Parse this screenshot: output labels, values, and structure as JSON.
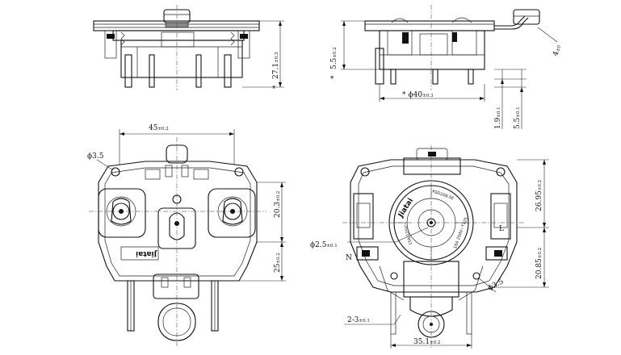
{
  "drawing": {
    "dims": {
      "height_side": {
        "star": "*",
        "val": "27.1",
        "tol": "±0.3"
      },
      "offset_side": {
        "star": "*",
        "val": "5.5",
        "tol": "±0.2"
      },
      "dia_side": {
        "star": "*",
        "val": "ϕ40",
        "tol": "±0.3"
      },
      "wire": {
        "val": "4",
        "tol": "±0"
      },
      "h19": {
        "val": "1.9",
        "tol": "±0.1"
      },
      "h55": {
        "val": "5.5",
        "tol": "±0.1"
      },
      "w45": {
        "val": "45",
        "tol": "±0.2"
      },
      "hole35_left": {
        "val": "ϕ3.5"
      },
      "h203": {
        "val": "20.3",
        "tol": "±0.2"
      },
      "h25": {
        "val": "25",
        "tol": "±0.2"
      },
      "h2695": {
        "val": "26.95",
        "tol": "±0.2"
      },
      "dia25": {
        "val": "ϕ2.5",
        "tol": "±0.1"
      },
      "h2085": {
        "val": "20.85",
        "tol": "±0.2"
      },
      "hole35_right": {
        "val": "ϕ3.5"
      },
      "w23": {
        "val": "2-3",
        "tol": "±0.1"
      },
      "w351": {
        "val": "35.1",
        "tol": "±0.2"
      }
    },
    "labels": {
      "brand_left": "Jiatai",
      "brand_right": "Jiatai",
      "model": "KSD208-5E",
      "rating": "10A 250V~T125",
      "rating2": "15A/125V~",
      "terminal_L": "L",
      "terminal_N": "N"
    }
  }
}
